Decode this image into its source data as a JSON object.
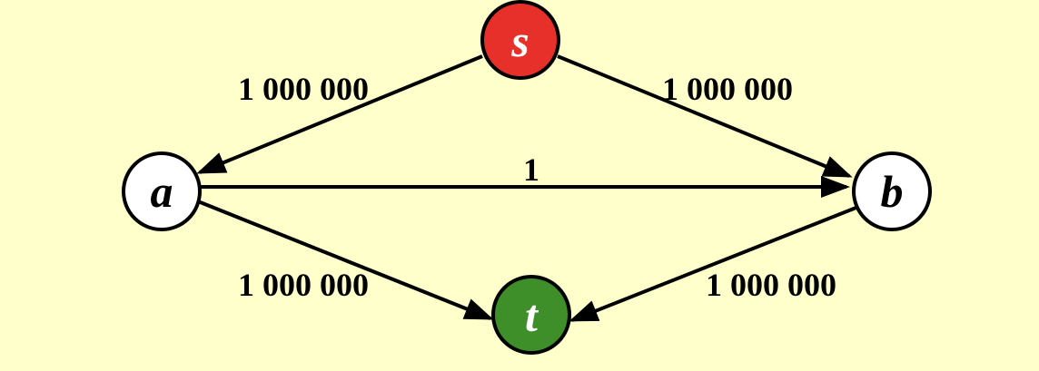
{
  "nodes": {
    "s": {
      "label": "s",
      "fill": "#e8302a",
      "text_color": "#ffffff"
    },
    "a": {
      "label": "a",
      "fill": "#ffffff",
      "text_color": "#000000"
    },
    "b": {
      "label": "b",
      "fill": "#ffffff",
      "text_color": "#000000"
    },
    "t": {
      "label": "t",
      "fill": "#3e8e2a",
      "text_color": "#ffffff"
    }
  },
  "edges": [
    {
      "from": "s",
      "to": "a",
      "weight": "1 000 000"
    },
    {
      "from": "s",
      "to": "b",
      "weight": "1 000 000"
    },
    {
      "from": "a",
      "to": "b",
      "weight": "1"
    },
    {
      "from": "a",
      "to": "t",
      "weight": "1 000 000"
    },
    {
      "from": "b",
      "to": "t",
      "weight": "1 000 000"
    }
  ],
  "colors": {
    "background": "#ffffcc",
    "edge": "#000000"
  }
}
